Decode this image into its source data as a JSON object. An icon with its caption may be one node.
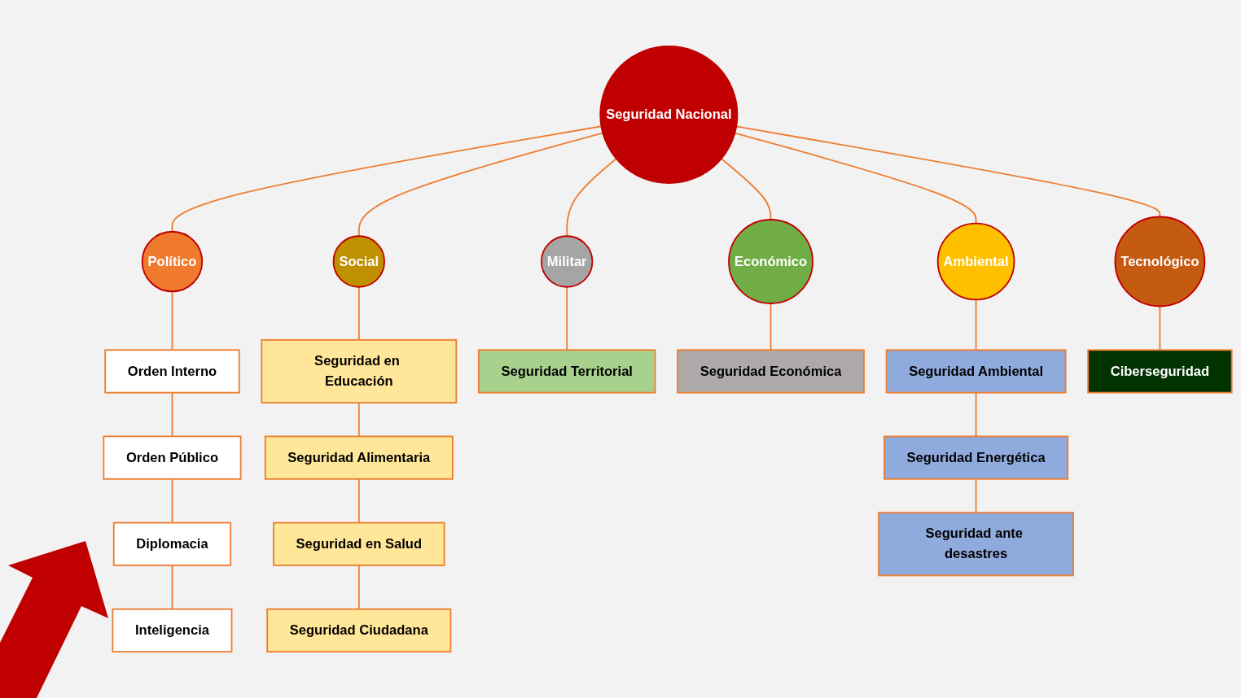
{
  "diagram": {
    "nodes": [
      {
        "text": [
          "Seguridad Nacional"
        ]
      },
      {
        "text": [
          "Político"
        ]
      },
      {
        "text": [
          "Social"
        ]
      },
      {
        "text": [
          "Militar"
        ]
      },
      {
        "text": [
          "Económico"
        ]
      },
      {
        "text": [
          "Ambiental"
        ]
      },
      {
        "text": [
          "Tecnológico"
        ]
      },
      {
        "text": [
          "Orden Interno"
        ]
      },
      {
        "text": [
          "Orden Público"
        ]
      },
      {
        "text": [
          "Diplomacia"
        ]
      },
      {
        "text": [
          "Inteligencia"
        ]
      },
      {
        "text": [
          "Seguridad en Educación"
        ]
      },
      {
        "text": [
          "Seguridad Alimentaria"
        ]
      },
      {
        "text": [
          "Seguridad en Salud"
        ]
      },
      {
        "text": [
          "Seguridad Ciudadana"
        ]
      },
      {
        "text": [
          "Seguridad Territorial"
        ]
      },
      {
        "text": [
          "Seguridad Económica"
        ]
      },
      {
        "text": [
          "Seguridad Ambiental"
        ]
      },
      {
        "text": [
          "Seguridad Energética"
        ]
      },
      {
        "text": [
          "Seguridad ante desastres"
        ]
      },
      {
        "text": [
          "Ciberseguridad"
        ]
      }
    ],
    "edges": [
      {
        "from": 0,
        "to": 1,
        "arrow": "none"
      },
      {
        "from": 0,
        "to": 2,
        "arrow": "none"
      },
      {
        "from": 0,
        "to": 3,
        "arrow": "none"
      },
      {
        "from": 0,
        "to": 4,
        "arrow": "none"
      },
      {
        "from": 0,
        "to": 5,
        "arrow": "none"
      },
      {
        "from": 0,
        "to": 6,
        "arrow": "none"
      },
      {
        "from": 1,
        "to": 7,
        "arrow": "none"
      },
      {
        "from": 7,
        "to": 8,
        "arrow": "none"
      },
      {
        "from": 8,
        "to": 9,
        "arrow": "none"
      },
      {
        "from": 9,
        "to": 10,
        "arrow": "none"
      },
      {
        "from": 2,
        "to": 11,
        "arrow": "none"
      },
      {
        "from": 11,
        "to": 12,
        "arrow": "none"
      },
      {
        "from": 12,
        "to": 13,
        "arrow": "none"
      },
      {
        "from": 13,
        "to": 14,
        "arrow": "none"
      },
      {
        "from": 3,
        "to": 15,
        "arrow": "none"
      },
      {
        "from": 4,
        "to": 16,
        "arrow": "none"
      },
      {
        "from": 5,
        "to": 17,
        "arrow": "none"
      },
      {
        "from": 17,
        "to": 18,
        "arrow": "none"
      },
      {
        "from": 18,
        "to": 19,
        "arrow": "none"
      },
      {
        "from": 6,
        "to": 20,
        "arrow": "none"
      }
    ]
  }
}
